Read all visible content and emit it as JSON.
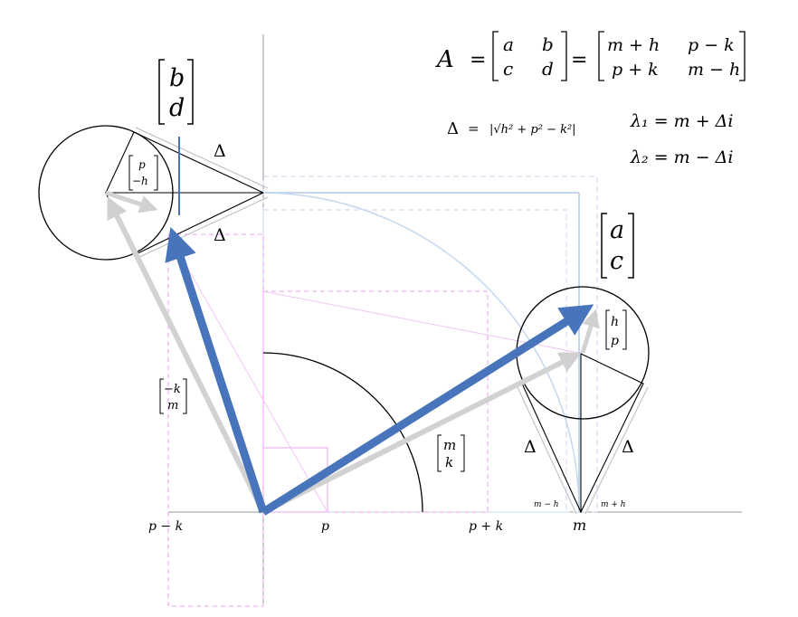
{
  "equation": {
    "A": "A",
    "eq": "=",
    "m11": "a",
    "m12": "b",
    "m21": "c",
    "m22": "d",
    "r11": "m + h",
    "r12": "p − k",
    "r21": "p + k",
    "r22": "m − h"
  },
  "delta_formula": {
    "lhs": "Δ",
    "eq": "=",
    "body": "|√h² + p² − k²|"
  },
  "eigen": {
    "l1": "λ₁ = m + Δi",
    "l2": "λ₂ = m − Δi"
  },
  "vectors": {
    "bd_top": "b",
    "bd_bottom": "d",
    "ac_top": "a",
    "ac_bottom": "c",
    "ph_top": "p",
    "ph_bottom": "−h",
    "hp_top": "h",
    "hp_bottom": "p",
    "km_top": "−k",
    "km_bottom": "m",
    "mk_top": "m",
    "mk_bottom": "k"
  },
  "labels": {
    "delta": "Δ",
    "p_minus_k": "p − k",
    "p": "p",
    "p_plus_k": "p + k",
    "m": "m",
    "m_minus_h": "m − h",
    "m_plus_h": "m + h"
  },
  "colors": {
    "arrow_blue": "#4774ba",
    "pale_blue": "#b9d0ee",
    "magenta": "#e78ff0",
    "gray": "#c8c8c8",
    "black": "#000000"
  }
}
